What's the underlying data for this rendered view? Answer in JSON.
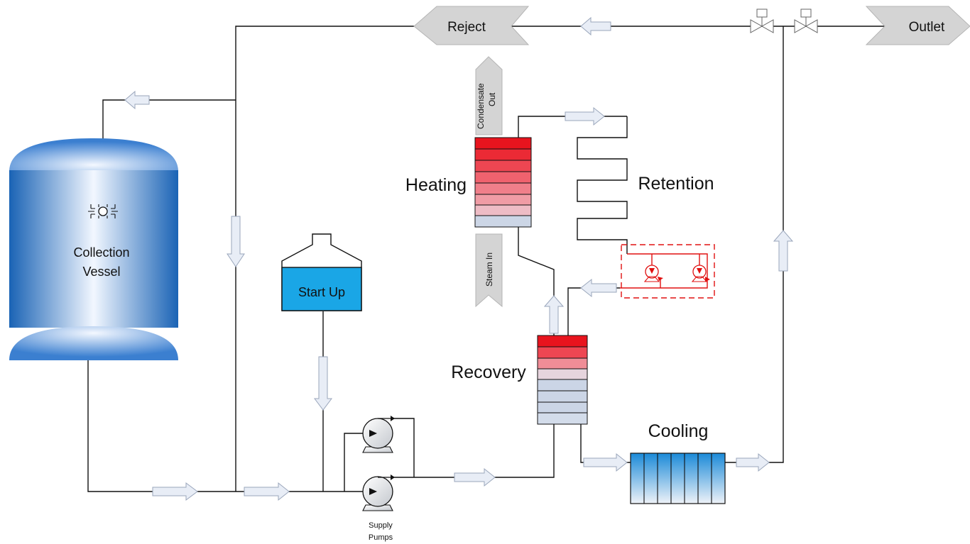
{
  "labels": {
    "reject": "Reject",
    "outlet": "Outlet",
    "condensate_out_line1": "Condensate",
    "condensate_out_line2": "Out",
    "steam_in": "Steam In",
    "heating": "Heating",
    "retention": "Retention",
    "collection_vessel_line1": "Collection",
    "collection_vessel_line2": "Vessel",
    "start_up": "Start Up",
    "recovery": "Recovery",
    "cooling": "Cooling",
    "supply_pumps_line1": "Supply",
    "supply_pumps_line2": "Pumps"
  },
  "colors": {
    "pipe": "#111111",
    "flow_arrow_fill": "#e8edf6",
    "hot": "#e8141e",
    "cold": "#c9d3e6",
    "vessel_blue": "#1f6fc0",
    "startup_water": "#1aa6e6",
    "cooling_blue": "#1b8ad8",
    "booster_red": "#e01010",
    "tag_gray": "#d4d4d4"
  },
  "icons": {
    "spray": "spray-nozzle-icon",
    "pump": "centrifugal-pump-icon",
    "valve": "solenoid-valve-icon"
  }
}
